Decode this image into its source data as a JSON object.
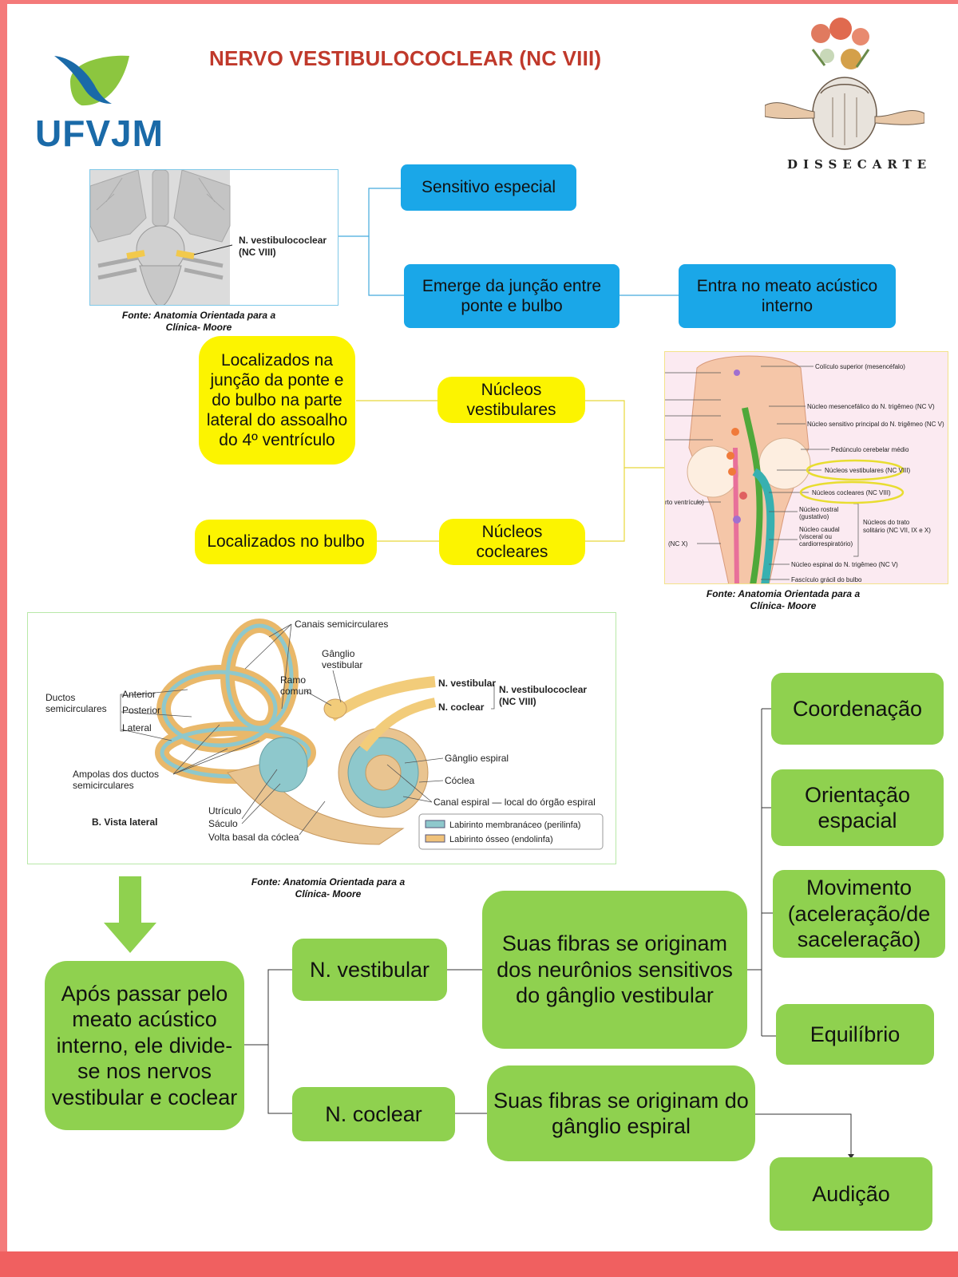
{
  "header": {
    "title": "NERVO VESTIBULOCOCLEAR (NC VIII)",
    "logo_text": "UFVJM",
    "brand": "DISSECARTE"
  },
  "source_caption": "Fonte: Anatomia Orientada para a Clínica- Moore",
  "figure1": {
    "label": "N. vestibulococlear (NC VIII)"
  },
  "figure2": {
    "labels": [
      "Colículo superior (mesencéfalo)",
      "Núcleo mesencefálico do N. trigêmeo (NC V)",
      "Núcleo sensitivo principal do N. trigêmeo (NC V)",
      "Pedúnculo cerebelar médio",
      "Núcleos vestibulares (NC VIII)",
      "Núcleos cocleares (NC VIII)",
      "Núcleo rostral (gustativo)",
      "Núcleo caudal (visceral ou cardiorrespiratório)",
      "Núcleos do trato solitário (NC VII, IX e X)",
      "Núcleo espinal do N. trigêmeo (NC V)",
      "Fascículo grácil do bulbo",
      "rto ventrículo)",
      "(NC X)"
    ]
  },
  "figure3": {
    "labels": {
      "canais": "Canais semicirculares",
      "ganglio_vest": "Gânglio vestibular",
      "ramo": "Ramo comum",
      "n_vestibular": "N. vestibular",
      "n_coclear": "N. coclear",
      "n_vestibulococlear": "N. vestibulococlear (NC VIII)",
      "ductos": "Ductos semicirculares",
      "anterior": "Anterior",
      "posterior": "Posterior",
      "lateral": "Lateral",
      "ampolas": "Ampolas dos ductos semicirculares",
      "vista": "B. Vista lateral",
      "utriculo": "Utrículo",
      "saculo": "Sáculo",
      "volta": "Volta basal da cóclea",
      "ganglio_espiral": "Gânglio espiral",
      "coclea": "Cóclea",
      "canal_espiral": "Canal espiral — local do órgão espiral",
      "legend_membranaceo": "Labirinto membranáceo (perilinfa)",
      "legend_osseo": "Labirinto ósseo (endolinfa)"
    },
    "colors": {
      "membranaceo": "#8ec8cc",
      "osseo": "#f0c27a"
    }
  },
  "boxes": {
    "sensitivo": "Sensitivo especial",
    "emerge": "Emerge da junção entre ponte e bulbo",
    "meato": "Entra no meato acústico interno",
    "localizados_ponte": "Localizados na junção da ponte e do bulbo na parte lateral do assoalho do 4º ventrículo",
    "nucleos_vestibulares": "Núcleos vestibulares",
    "localizados_bulbo": "Localizados no bulbo",
    "nucleos_cocleares": "Núcleos cocleares",
    "apos": "Após passar pelo meato acústico interno, ele divide-se nos nervos vestibular e coclear",
    "n_vestibular": "N. vestibular",
    "n_coclear": "N. coclear",
    "fibras_vestibular": "Suas fibras se originam dos neurônios sensitivos do gânglio vestibular",
    "fibras_coclear": "Suas fibras se originam do gânglio espiral",
    "coordenacao": "Coordenação",
    "orientacao": "Orientação espacial",
    "movimento": "Movimento (aceleração/desaceleração)",
    "equilibrio": "Equilíbrio",
    "audicao": "Audição"
  },
  "colors": {
    "title": "#c0392b",
    "blue": "#1aa7e8",
    "yellow": "#fcf400",
    "green": "#8fd14f",
    "frame": "#f47a7a"
  }
}
